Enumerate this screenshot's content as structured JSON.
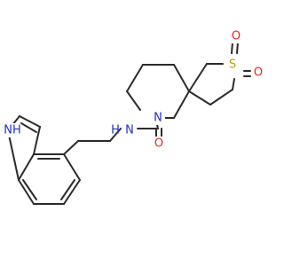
{
  "colors": {
    "bond": "#2b2b2b",
    "nitrogen": "#1f2fd0",
    "oxygen": "#e8251f",
    "sulfur": "#b5a21a",
    "background": "#ffffff"
  },
  "labels": {
    "sulfur": "S",
    "oxygen_1": "O",
    "oxygen_2": "O",
    "oxygen_carbonyl": "O",
    "ring_nitrogen": "N",
    "amide_nitrogen": "N",
    "amide_hydrogen": "H",
    "indole_nh": "NH"
  }
}
